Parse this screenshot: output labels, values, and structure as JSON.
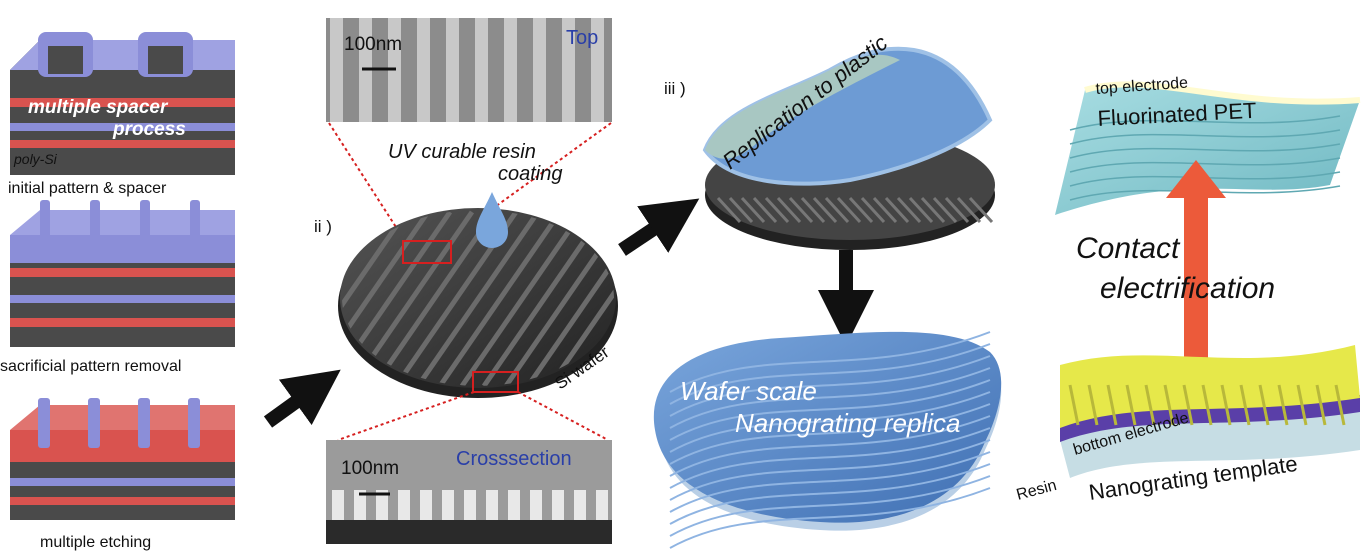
{
  "left_column": {
    "step1_inner_label_line1": "multiple spacer",
    "step1_inner_label_line2": "process",
    "step1_layer_label": "poly-Si",
    "step1_caption": "initial pattern & spacer",
    "step2_caption": "sacrificial pattern removal",
    "step3_caption": "multiple etching"
  },
  "middle_column": {
    "sem_top_scale": "100nm",
    "sem_top_view": "Top",
    "sem_cross_scale": "100nm",
    "sem_cross_view": "Crosssection",
    "step_label": "ii )",
    "resin_label_line1": "UV curable resin",
    "resin_label_line2": "coating",
    "wafer_label": "Si wafer"
  },
  "replication": {
    "step_label": "iii )",
    "peel_label": "Replication to plastic",
    "replica_label_line1": "Wafer scale",
    "replica_label_line2": "Nanograting replica"
  },
  "right_column": {
    "top_electrode_label": "top electrode",
    "film_label": "Fluorinated PET",
    "contact_label_line1": "Contact",
    "contact_label_line2": "electrification",
    "bottom_electrode_label": "bottom electrode",
    "resin_label": "Resin",
    "template_label": "Nanograting template"
  },
  "colors": {
    "layer_dark": "#4a4a4a",
    "layer_red": "#d9534f",
    "layer_purple": "#8b8ed8",
    "replica_blue": "#5b8ccc",
    "film_cyan": "#8ecfd6",
    "electrode_yellow": "#e6e84a",
    "arrow_orange": "#ec5a3a",
    "sem_box_red": "#d62020",
    "view_label_blue": "#2a3fa8"
  }
}
